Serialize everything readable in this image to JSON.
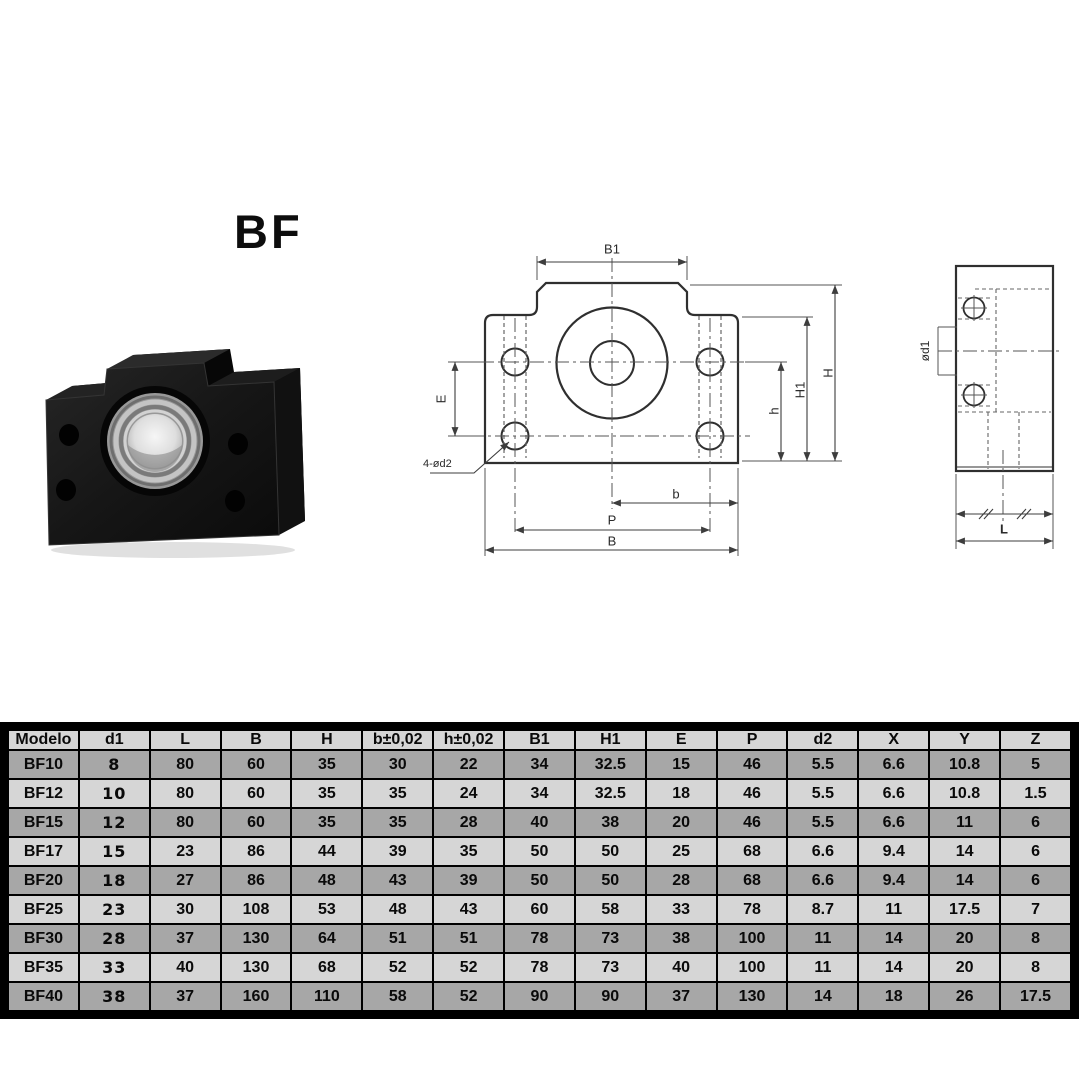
{
  "title": "BF",
  "front_view": {
    "labels": {
      "b1": "B1",
      "h_total": "H",
      "h1": "H1",
      "h_small": "h",
      "e": "E",
      "holes_note": "4-ød2",
      "b_small": "b",
      "p": "P",
      "b_total": "B"
    }
  },
  "side_view": {
    "labels": {
      "d1": "ød1",
      "l": "L"
    }
  },
  "photo": {
    "description": "black BF ball-screw end support block with bearing"
  },
  "table": {
    "headers": [
      "Modelo",
      "d1",
      "L",
      "B",
      "H",
      "b±0,02",
      "h±0,02",
      "B1",
      "H1",
      "E",
      "P",
      "d2",
      "X",
      "Y",
      "Z"
    ],
    "rows": [
      [
        "BF10",
        "8",
        "80",
        "60",
        "35",
        "30",
        "22",
        "34",
        "32.5",
        "15",
        "46",
        "5.5",
        "6.6",
        "10.8",
        "5"
      ],
      [
        "BF12",
        "10",
        "80",
        "60",
        "35",
        "35",
        "24",
        "34",
        "32.5",
        "18",
        "46",
        "5.5",
        "6.6",
        "10.8",
        "1.5"
      ],
      [
        "BF15",
        "12",
        "80",
        "60",
        "35",
        "35",
        "28",
        "40",
        "38",
        "20",
        "46",
        "5.5",
        "6.6",
        "11",
        "6"
      ],
      [
        "BF17",
        "15",
        "23",
        "86",
        "44",
        "39",
        "35",
        "50",
        "50",
        "25",
        "68",
        "6.6",
        "9.4",
        "14",
        "6"
      ],
      [
        "BF20",
        "18",
        "27",
        "86",
        "48",
        "43",
        "39",
        "50",
        "50",
        "28",
        "68",
        "6.6",
        "9.4",
        "14",
        "6"
      ],
      [
        "BF25",
        "23",
        "30",
        "108",
        "53",
        "48",
        "43",
        "60",
        "58",
        "33",
        "78",
        "8.7",
        "11",
        "17.5",
        "7"
      ],
      [
        "BF30",
        "28",
        "37",
        "130",
        "64",
        "51",
        "51",
        "78",
        "73",
        "38",
        "100",
        "11",
        "14",
        "20",
        "8"
      ],
      [
        "BF35",
        "33",
        "40",
        "130",
        "68",
        "52",
        "52",
        "78",
        "73",
        "40",
        "100",
        "11",
        "14",
        "20",
        "8"
      ],
      [
        "BF40",
        "38",
        "37",
        "160",
        "110",
        "58",
        "52",
        "90",
        "90",
        "37",
        "130",
        "14",
        "18",
        "26",
        "17.5"
      ]
    ]
  },
  "colors": {
    "row_dark": "#a7a7a7",
    "row_light": "#d6d6d6",
    "table_frame": "#000000",
    "drawing_line": "#3d3d3d",
    "part_black": "#141414"
  }
}
